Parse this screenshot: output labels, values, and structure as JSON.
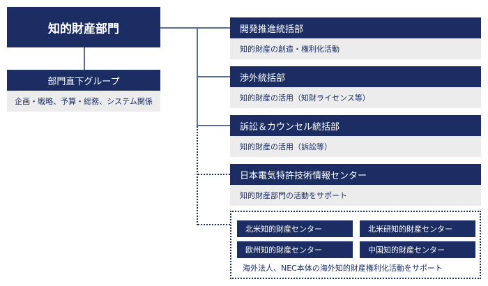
{
  "main": {
    "title": "知的財産部門"
  },
  "direct": {
    "title": "部門直下グループ",
    "desc": "企画・戦略、予算・総務、システム関係"
  },
  "units": [
    {
      "title": "開発推進統括部",
      "desc": "知的財産の創造・権利化活動"
    },
    {
      "title": "渉外統括部",
      "desc": "知的財産の活用（知財ライセンス等）"
    },
    {
      "title": "訴訟＆カウンセル統括部",
      "desc": "知的財産の活用（訴訟等）"
    },
    {
      "title": "日本電気特許技術情報センター",
      "desc": "知的財産部門の活動をサポート"
    }
  ],
  "overseas": {
    "centers": [
      "北米知的財産センター",
      "北米研知的財産センター",
      "欧州知的財産センター",
      "中国知的財産センター"
    ],
    "desc": "海外法人、NEC本体の海外知的財産権利化活動をサポート"
  },
  "colors": {
    "navy": "#1b2d63",
    "gray": "#ececec",
    "line": "#5a6c93"
  }
}
